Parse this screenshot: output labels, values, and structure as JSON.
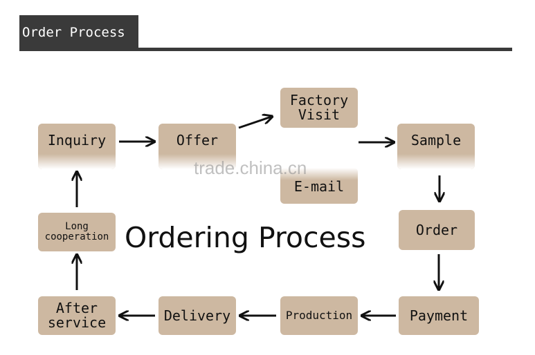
{
  "header": {
    "title": "Order Process"
  },
  "diagram": {
    "title": "Ordering Process",
    "watermark": "trade.china.cn",
    "nodes": {
      "inquiry": "Inquiry",
      "offer": "Offer",
      "factory_visit": "Factory\nVisit",
      "email": "E-mail",
      "sample": "Sample",
      "order": "Order",
      "payment": "Payment",
      "production": "Production",
      "delivery": "Delivery",
      "after_service": "After\nservice",
      "long_cooperation": "Long\ncooperation"
    }
  },
  "colors": {
    "node_fill": "#cdb8a1",
    "header_bar": "#3a3a3a",
    "arrow": "#111111"
  }
}
